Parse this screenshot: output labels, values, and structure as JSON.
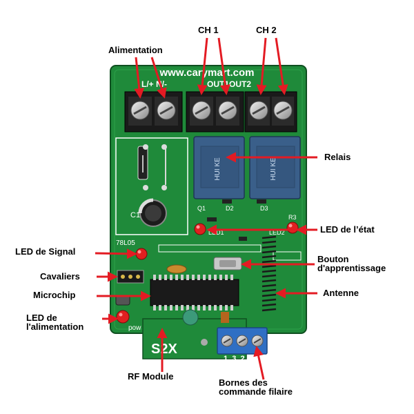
{
  "labels": {
    "ch1": "CH 1",
    "ch2": "CH 2",
    "alimentation": "Alimentation",
    "relais": "Relais",
    "led_etat": "LED de l’état",
    "led_signal": "LED de Signal",
    "bouton_line1": "Bouton",
    "bouton_line2": "d'apprentissage",
    "cavaliers": "Cavaliers",
    "microchip": "Microchip",
    "antenne": "Antenne",
    "led_alim_line1": "LED de",
    "led_alim_line2": "l'alimentation",
    "rf_module": "RF Module",
    "bornes_line1": "Bornes des",
    "bornes_line2": "commande filaire"
  },
  "board": {
    "url": "www.carymart.com",
    "terminal_text_left": "L/+ N/-",
    "terminal_text_right": "OUT1OUT2",
    "c1": "C1",
    "reg": "78L05",
    "led1": "LED1",
    "led2": "LED2",
    "r3": "R3",
    "d2": "D2",
    "d3": "D3",
    "q1": "Q1",
    "pow": "pow",
    "module": "S2X",
    "terminal_nums": "1  3  2",
    "relay_brand": "HUI KE"
  },
  "colors": {
    "arrow": "#e31b23",
    "pcb": "#1f8a3a",
    "pcb_dark": "#14662a",
    "silk": "#ffffff",
    "terminal_blue": "#2f6fc4",
    "relay_blue": "#3a5f8a"
  }
}
